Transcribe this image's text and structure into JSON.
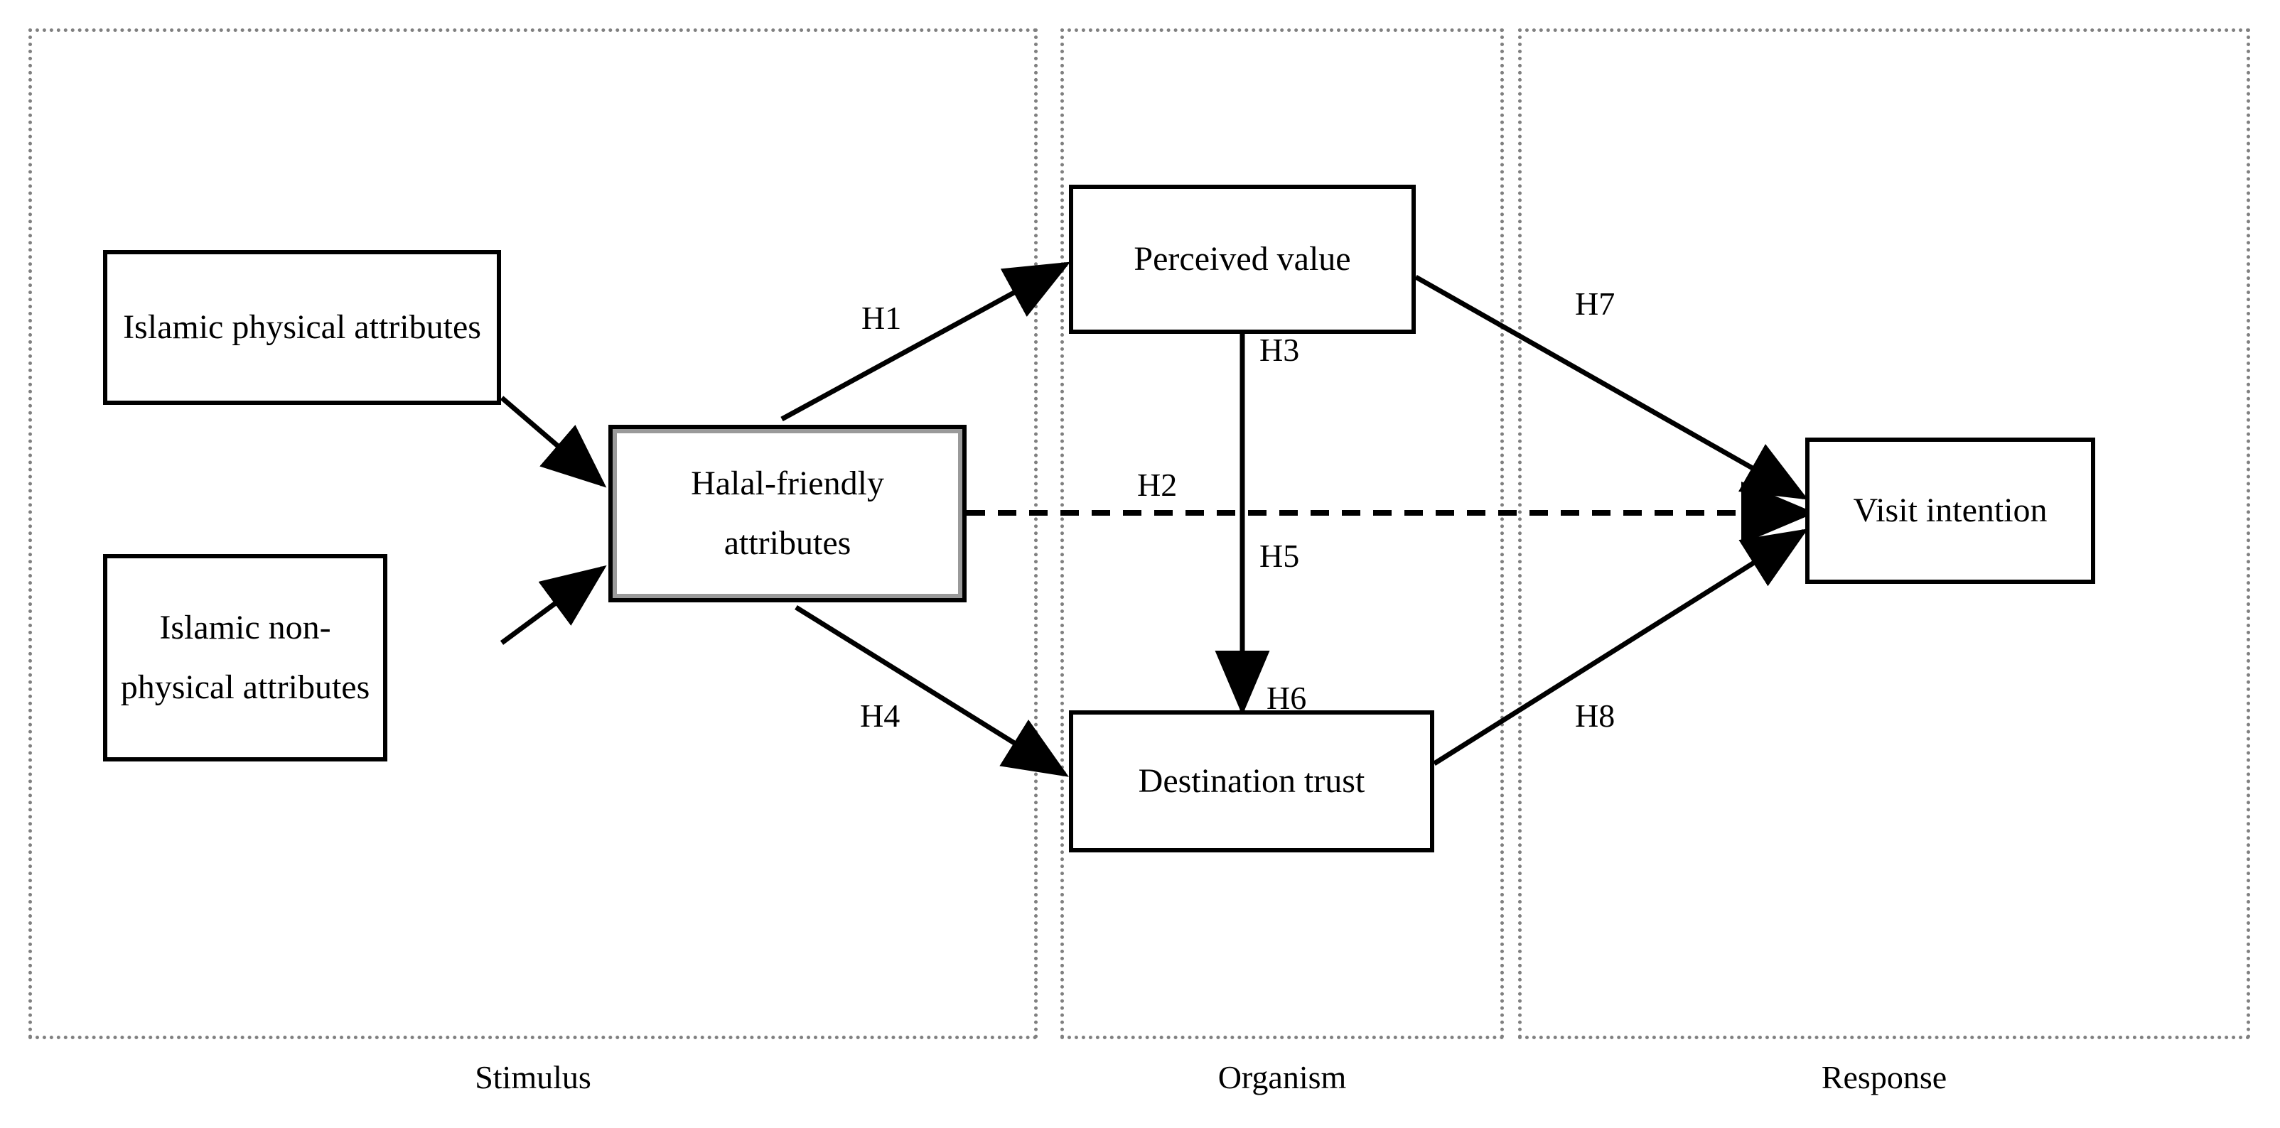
{
  "figure": {
    "type": "conceptual-model-diagram",
    "framework": "Stimulus-Organism-Response"
  },
  "panels": [
    {
      "id": "stimulus",
      "caption": "Stimulus"
    },
    {
      "id": "organism",
      "caption": "Organism"
    },
    {
      "id": "response",
      "caption": "Response"
    }
  ],
  "nodes": {
    "islamic_physical": "Islamic physical attributes",
    "islamic_non_physical": "Islamic non-physical attributes",
    "halal_friendly": "Halal-friendly attributes",
    "perceived_value": "Perceived value",
    "destination_trust": "Destination trust",
    "visit_intention": "Visit intention"
  },
  "edges": [
    {
      "id": "e1",
      "label": "H1",
      "from": "halal_friendly",
      "to": "perceived_value",
      "style": "solid"
    },
    {
      "id": "e2",
      "label": "H2",
      "from": "halal_friendly",
      "to": "visit_intention",
      "style": "dashed"
    },
    {
      "id": "e3",
      "label": "H3",
      "from": "perceived_value",
      "to": "destination_trust",
      "style": "solid"
    },
    {
      "id": "e4",
      "label": "H4",
      "from": "halal_friendly",
      "to": "destination_trust",
      "style": "solid"
    },
    {
      "id": "e5",
      "label": "H5",
      "from": "perceived_value",
      "to": "destination_trust",
      "style": "solid"
    },
    {
      "id": "e6",
      "label": "H6",
      "from": "perceived_value",
      "to": "destination_trust",
      "style": "solid"
    },
    {
      "id": "e7",
      "label": "H7",
      "from": "perceived_value",
      "to": "visit_intention",
      "style": "solid"
    },
    {
      "id": "e8",
      "label": "H8",
      "from": "destination_trust",
      "to": "visit_intention",
      "style": "solid"
    }
  ],
  "unlabeled_edges": [
    {
      "from": "islamic_physical",
      "to": "halal_friendly",
      "style": "solid"
    },
    {
      "from": "islamic_non_physical",
      "to": "halal_friendly",
      "style": "solid"
    }
  ],
  "colors": {
    "line": "#000000",
    "panel_border": "#808080",
    "inner_border": "#9a9a9a",
    "background": "#ffffff"
  }
}
